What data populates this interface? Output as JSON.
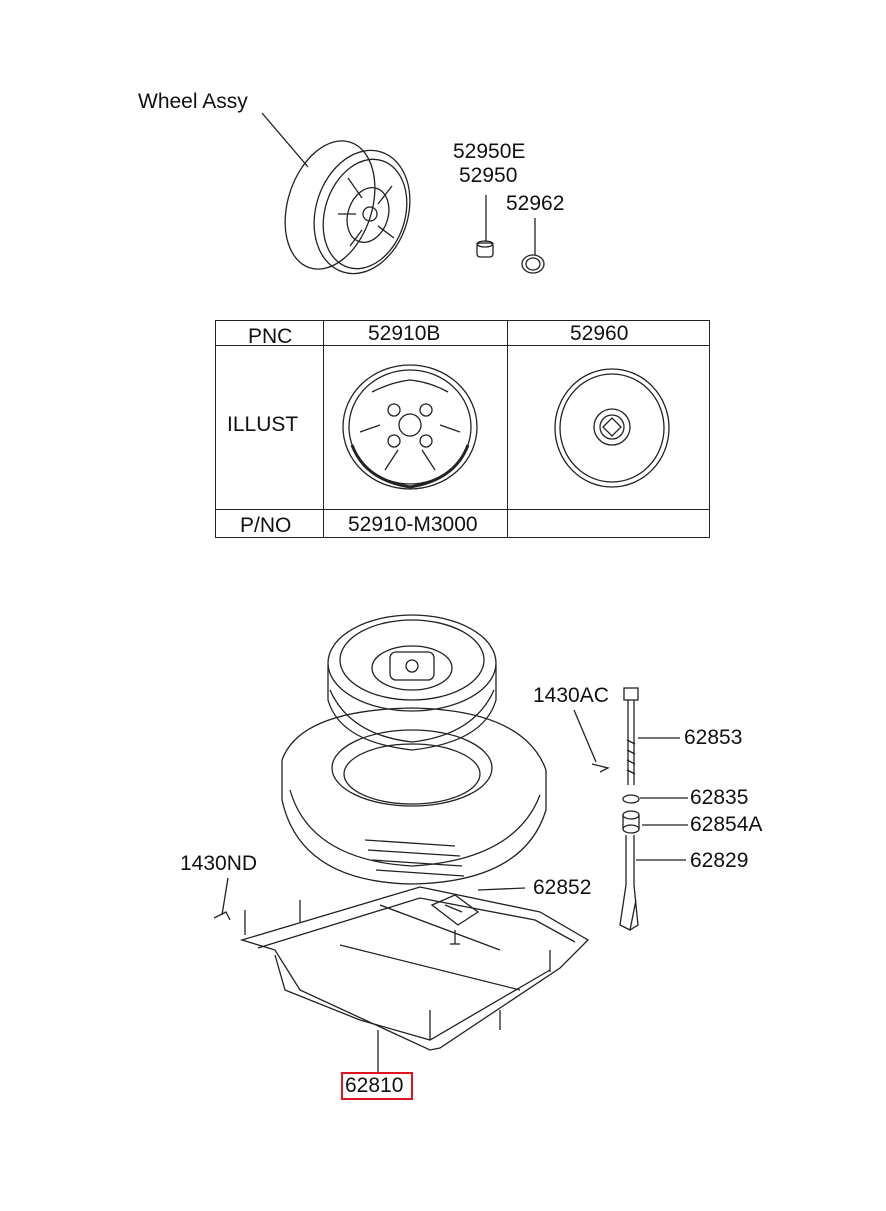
{
  "top_section": {
    "wheel_assy_label": "Wheel Assy",
    "part_52950E": "52950E",
    "part_52950": "52950",
    "part_52962": "52962"
  },
  "table": {
    "header_pnc": "PNC",
    "header_col1": "52910B",
    "header_col2": "52960",
    "row_illust": "ILLUST",
    "row_pno": "P/NO",
    "pno_col1": "52910-M3000",
    "pno_col2": ""
  },
  "bottom_section": {
    "part_1430AC": "1430AC",
    "part_62853": "62853",
    "part_62835": "62835",
    "part_62854A": "62854A",
    "part_62829": "62829",
    "part_1430ND": "1430ND",
    "part_62852": "62852",
    "part_62810": "62810"
  },
  "colors": {
    "highlight": "#e0141e",
    "line": "#222222"
  }
}
